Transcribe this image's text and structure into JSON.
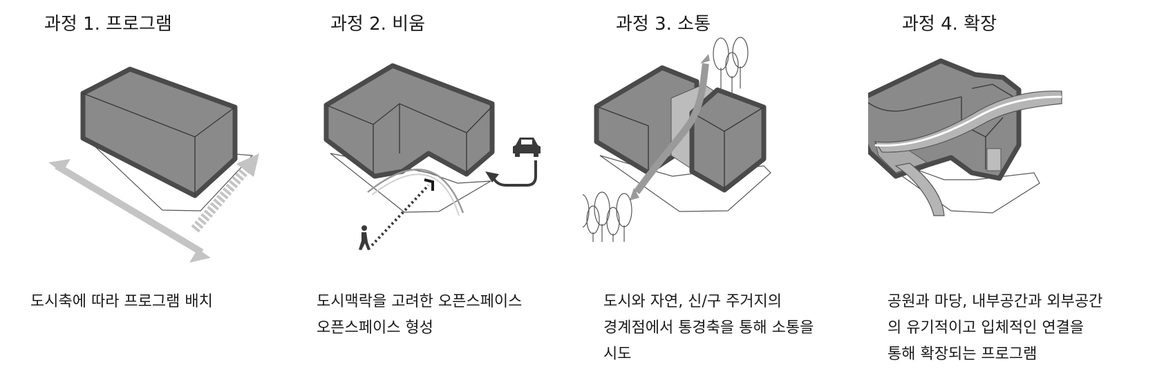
{
  "steps": [
    {
      "title": "과정 1. 프로그램",
      "caption": [
        "도시축에 따라 프로그램 배치"
      ]
    },
    {
      "title": "과정 2. 비움",
      "caption": [
        "도시맥락을 고려한 오픈스페이스",
        "오픈스페이스 형성"
      ]
    },
    {
      "title": "과정 3. 소통",
      "caption": [
        "도시와 자연, 신/구 주거지의",
        "경계점에서 통경축을 통해 소통을",
        "시도"
      ]
    },
    {
      "title": "과정 4. 확장",
      "caption": [
        "공원과 마당, 내부공간과 외부공간",
        "의 유기적이고 입체적인 연결을",
        "통해 확장되는 프로그램"
      ]
    }
  ],
  "colors": {
    "volume_fill": "#8a8a8a",
    "volume_edge": "#4a4a4a",
    "arrow": "#c4c4c4",
    "dark": "#3a3a3a"
  }
}
